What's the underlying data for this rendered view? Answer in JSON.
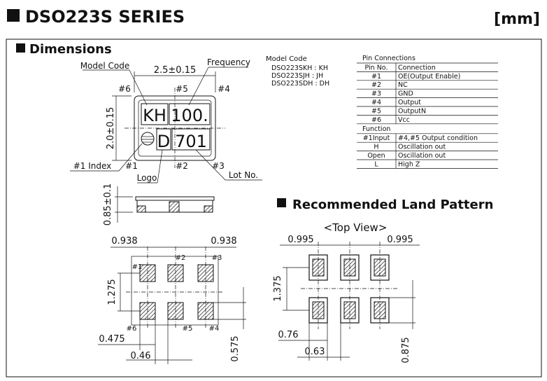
{
  "header": {
    "title": "DSO223S SERIES",
    "unit": "[mm]"
  },
  "dimensions": {
    "heading": "Dimensions",
    "model_code_label": "Model Code",
    "frequency_label": "Frequency",
    "width_dim": "2.5±0.15",
    "height_dim": "2.0±0.15",
    "thickness_dim": "0.85±0.1",
    "index_label": "#1 Index",
    "logo_label": "Logo",
    "lot_label": "Lot No.",
    "marking_line1_code": "KH",
    "marking_line1_freq": "100.",
    "marking_line2_logo": "D",
    "marking_line2_lot": "701",
    "pins": [
      "#1",
      "#2",
      "#3",
      "#4",
      "#5",
      "#6"
    ]
  },
  "model_codes": {
    "title": "Model Code",
    "items": [
      "DSO223SKH : KH",
      "DSO223SJH : JH",
      "DSO223SDH : DH"
    ]
  },
  "pin_connections": {
    "title": "Pin Connections",
    "headers": [
      "Pin No.",
      "Connection"
    ],
    "rows": [
      [
        "#1",
        "OE(Output Enable)"
      ],
      [
        "#2",
        "NC"
      ],
      [
        "#3",
        "GND"
      ],
      [
        "#4",
        "Output"
      ],
      [
        "#5",
        "OutputN"
      ],
      [
        "#6",
        "Vcc"
      ]
    ]
  },
  "function_table": {
    "title": "Function",
    "headers": [
      "#1Input",
      "#4,#5 Output condition"
    ],
    "rows": [
      [
        "H",
        "Oscillation out"
      ],
      [
        "Open",
        "Oscillation out"
      ],
      [
        "L",
        "High Z"
      ]
    ]
  },
  "footprint": {
    "pitch_left": "0.938",
    "pitch_right": "0.938",
    "row_pitch": "1.275",
    "pad_w": "0.475",
    "pad_gap": "0.46",
    "pad_h": "0.575"
  },
  "land_pattern": {
    "heading": "Recommended Land Pattern",
    "view_label": "<Top View>",
    "pitch_left": "0.995",
    "pitch_right": "0.995",
    "row_pitch": "1.375",
    "land_w": "0.76",
    "land_gap": "0.63",
    "land_h": "0.875"
  }
}
